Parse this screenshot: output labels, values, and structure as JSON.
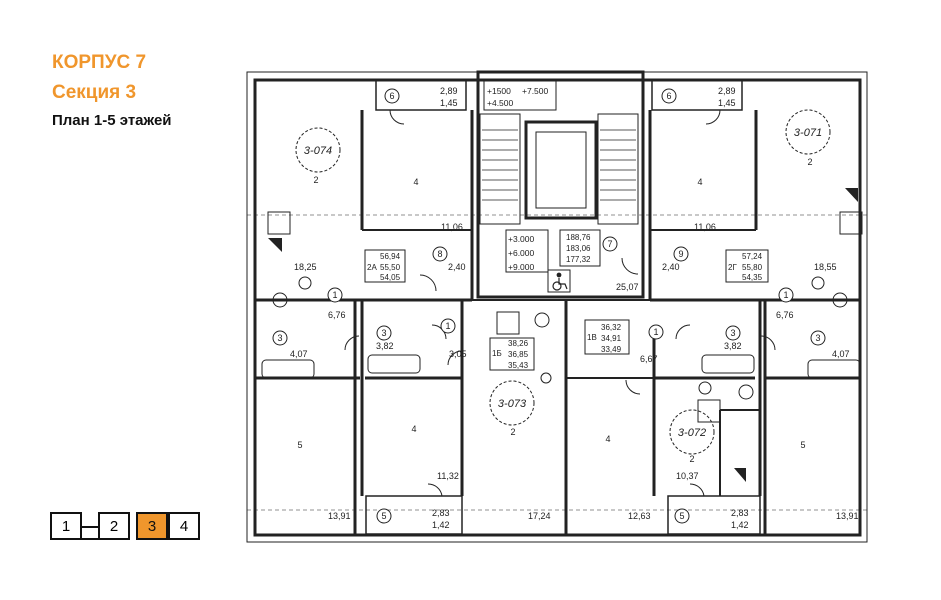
{
  "header": {
    "building": "КОРПУС 7",
    "section": "Секция 3",
    "plan": "План 1-5 этажей"
  },
  "sections": {
    "items": [
      {
        "label": "1",
        "active": false
      },
      {
        "label": "2",
        "active": false
      },
      {
        "label": "3",
        "active": true
      },
      {
        "label": "4",
        "active": false
      }
    ]
  },
  "colors": {
    "accent": "#f0962c",
    "line": "#222222"
  },
  "elevations": {
    "top_left": "+1500",
    "top_right": "+7.500",
    "top_bottom": "+4.500",
    "stair_1": "+3.000",
    "stair_2": "+6.000",
    "stair_3": "+9.000"
  },
  "apartments": {
    "a074": "3-074",
    "a071": "3-071",
    "a073": "3-073",
    "a072": "3-072"
  },
  "area_boxes": {
    "2A": {
      "type": "2А",
      "v1": "56,94",
      "v2": "55,50",
      "v3": "54,05"
    },
    "2G": {
      "type": "2Г",
      "v1": "57,24",
      "v2": "55,80",
      "v3": "54,35"
    },
    "1B": {
      "type": "1Б",
      "v1": "38,26",
      "v2": "36,85",
      "v3": "35,43"
    },
    "1V": {
      "type": "1В",
      "v1": "36,32",
      "v2": "34,91",
      "v3": "33,49"
    },
    "total": {
      "v1": "188,76",
      "v2": "183,06",
      "v3": "177,32"
    }
  },
  "areas": {
    "bal_tl_1": "2,89",
    "bal_tl_2": "1,45",
    "bal_tr_1": "2,89",
    "bal_tr_2": "1,45",
    "bal_bl_1": "2,83",
    "bal_bl_2": "1,42",
    "bal_br_1": "2,83",
    "bal_br_2": "1,42",
    "r_11_06_l": "11,06",
    "r_11_06_r": "11,06",
    "r_18_25": "18,25",
    "r_18_55": "18,55",
    "r_2_40_l": "2,40",
    "r_2_40_r": "2,40",
    "r_6_76_l": "6,76",
    "r_6_76_r": "6,76",
    "r_4_07_l": "4,07",
    "r_4_07_r": "4,07",
    "r_3_82_l": "3,82",
    "r_3_82_r": "3,82",
    "r_3_05": "3,05",
    "r_25_07": "25,07",
    "r_6_67": "6,67",
    "r_11_32": "11,32",
    "r_10_37": "10,37",
    "r_13_91_l": "13,91",
    "r_13_91_r": "13,91",
    "r_17_24": "17,24",
    "r_12_63": "12,63"
  },
  "room_numbers": {
    "n1": "1",
    "n2": "2",
    "n3": "3",
    "n4": "4",
    "n5": "5",
    "n6": "6",
    "n7": "7",
    "n8": "8",
    "n9": "9"
  }
}
